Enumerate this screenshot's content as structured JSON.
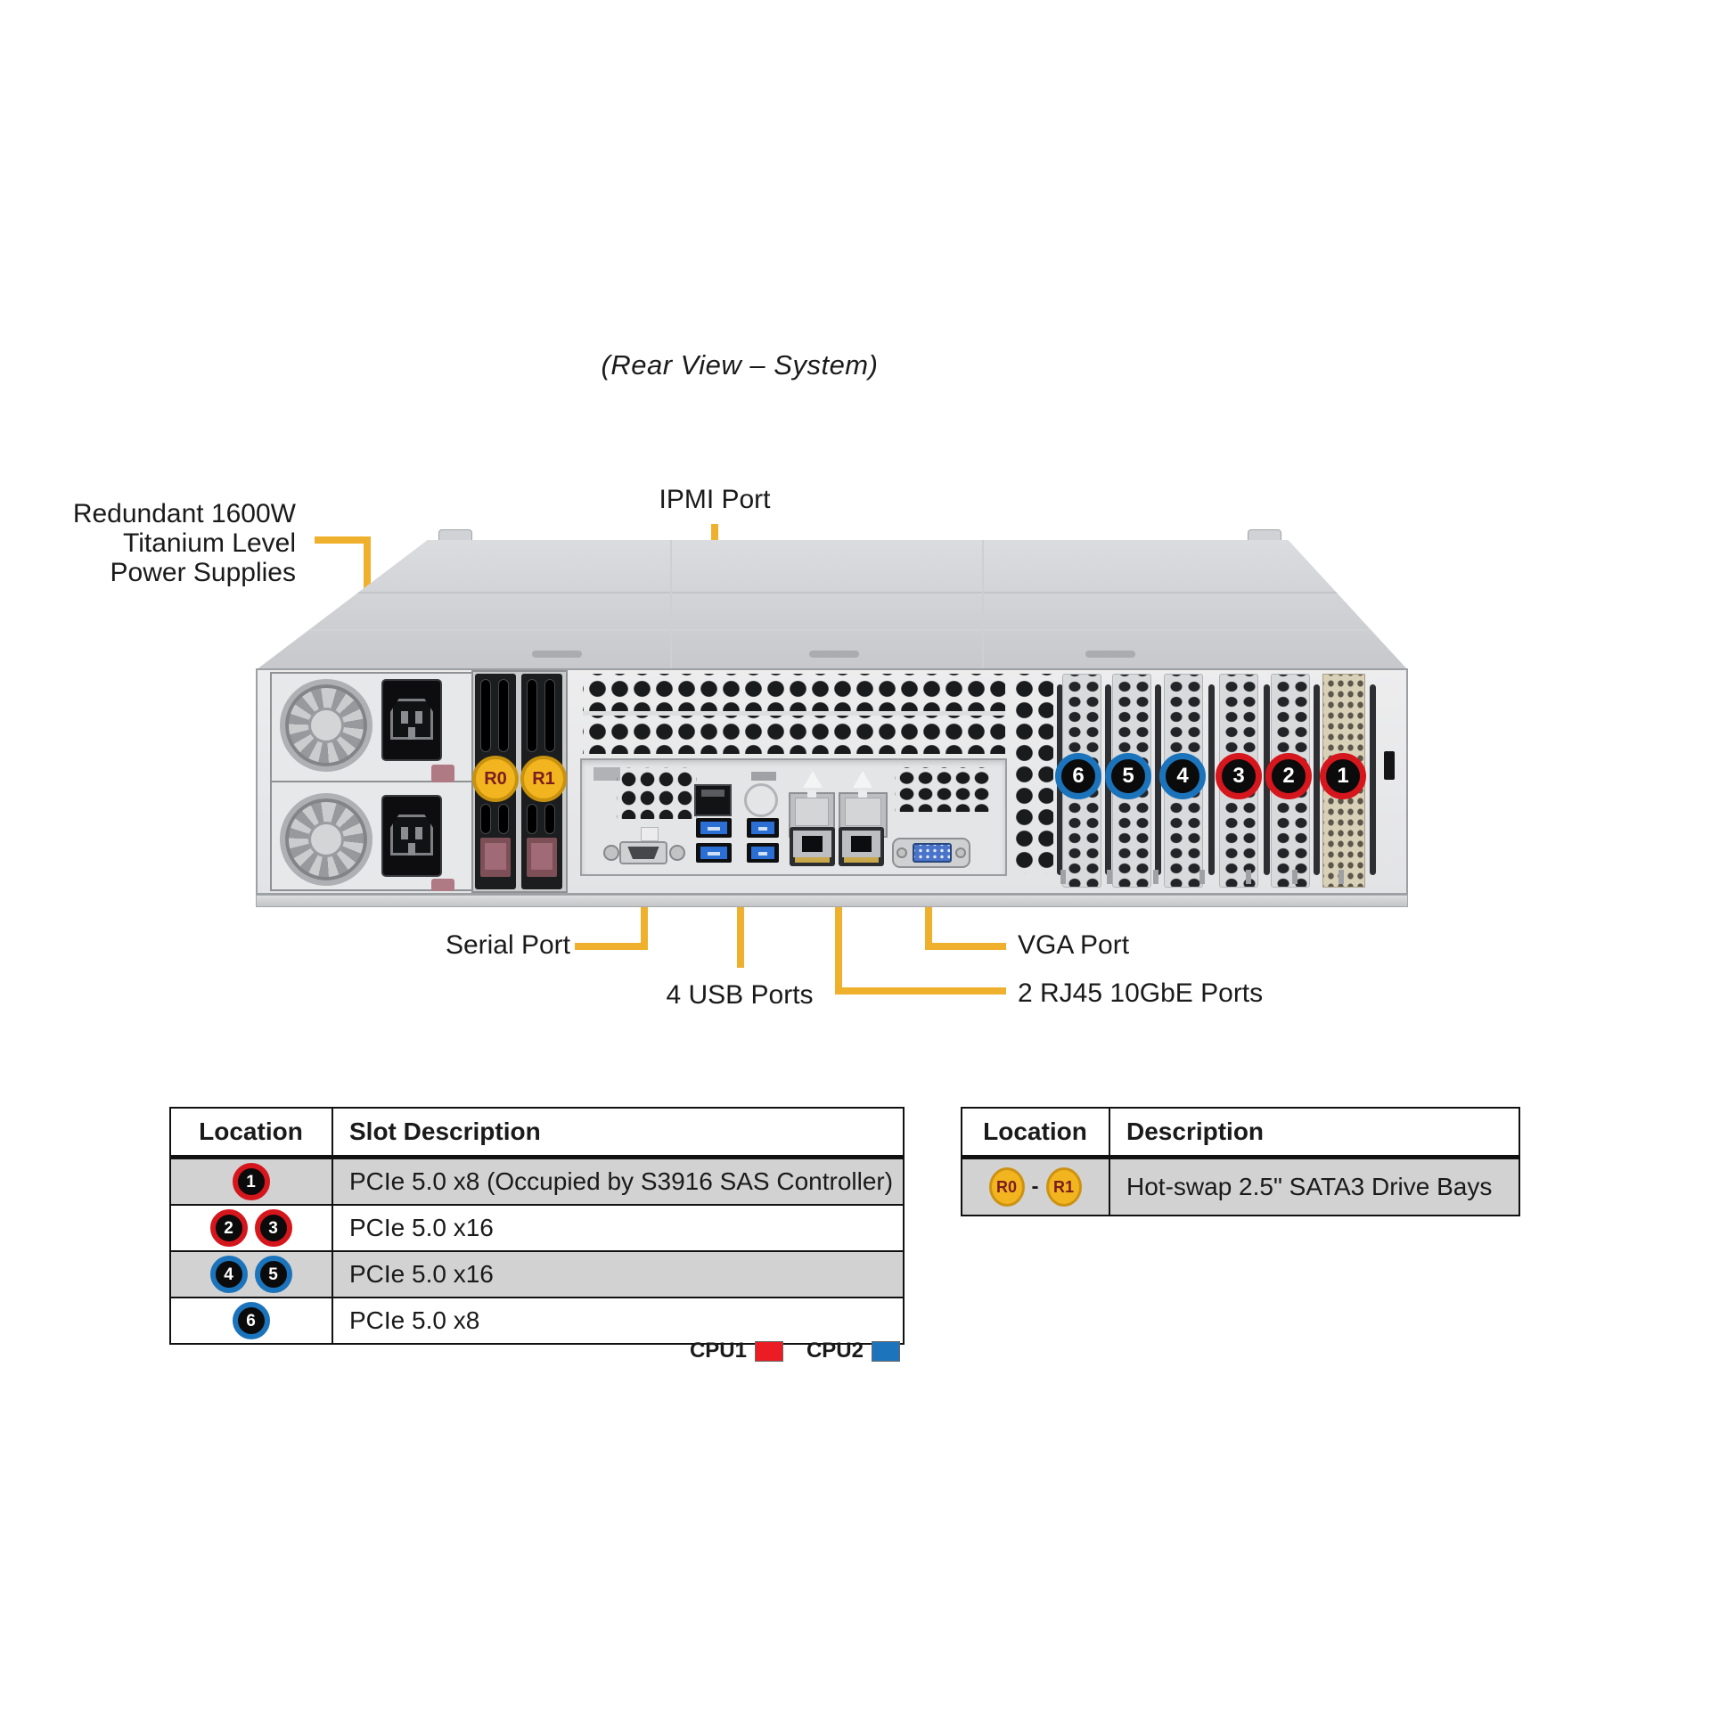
{
  "title": "(Rear View – System)",
  "labels": {
    "psu_lines": [
      "Redundant 1600W",
      "Titanium Level",
      "Power Supplies"
    ],
    "ipmi": "IPMI Port",
    "serial": "Serial Port",
    "usb": "4 USB Ports",
    "vga": "VGA Port",
    "rj45": "2 RJ45 10GbE Ports"
  },
  "chassis": {
    "drive_badges": [
      "R0",
      "R1"
    ],
    "slot_badges": [
      {
        "label": "6",
        "color": "#1b74bb"
      },
      {
        "label": "5",
        "color": "#1b74bb"
      },
      {
        "label": "4",
        "color": "#1b74bb"
      },
      {
        "label": "3",
        "color": "#d5161d"
      },
      {
        "label": "2",
        "color": "#d5161d"
      },
      {
        "label": "1",
        "color": "#d5161d"
      }
    ]
  },
  "slot_table": {
    "headers": [
      "Location",
      "Slot Description"
    ],
    "rows": [
      {
        "badges": [
          {
            "label": "1",
            "color": "#d5161d"
          }
        ],
        "description": "PCIe 5.0 x8 (Occupied by S3916 SAS Controller)"
      },
      {
        "badges": [
          {
            "label": "2",
            "color": "#d5161d"
          },
          {
            "label": "3",
            "color": "#d5161d"
          }
        ],
        "description": "PCIe 5.0 x16"
      },
      {
        "badges": [
          {
            "label": "4",
            "color": "#1b74bb"
          },
          {
            "label": "5",
            "color": "#1b74bb"
          }
        ],
        "description": "PCIe 5.0 x16"
      },
      {
        "badges": [
          {
            "label": "6",
            "color": "#1b74bb"
          }
        ],
        "description": "PCIe 5.0 x8"
      }
    ]
  },
  "drive_table": {
    "headers": [
      "Location",
      "Description"
    ],
    "rows": [
      {
        "badges": [
          "R0",
          "R1"
        ],
        "separator": "-",
        "description": "Hot-swap 2.5\" SATA3 Drive Bays"
      }
    ]
  },
  "legend": {
    "items": [
      {
        "label": "CPU1",
        "color": "#ec1c24"
      },
      {
        "label": "CPU2",
        "color": "#1c75bc"
      }
    ]
  },
  "colors": {
    "callout": "#efb02e",
    "slot_red": "#d5161d",
    "slot_blue": "#1b74bb",
    "drive_badge_fill": "#f2b51f",
    "row_shade": "#d2d2d2"
  }
}
